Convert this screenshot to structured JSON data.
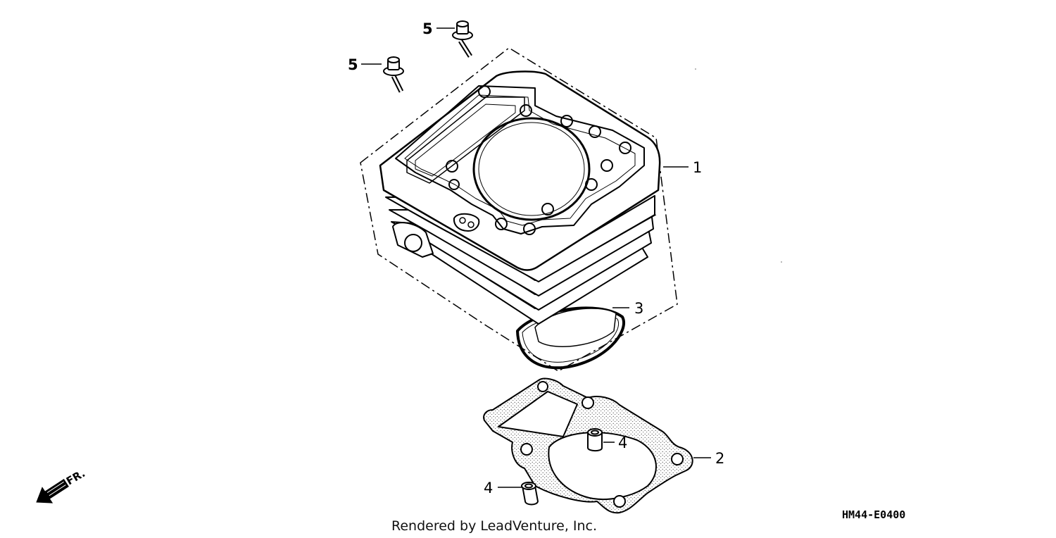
{
  "callouts": {
    "cylinder": "1",
    "cylinder_base_gasket": "2",
    "o_ring": "3",
    "dowel_pin_upper": "4",
    "dowel_pin_lower": "4",
    "bolt_upper": "5",
    "bolt_left": "5"
  },
  "direction_label": "FR.",
  "diagram_code": "HM44-E0400",
  "credit": "Rendered by LeadVenture, Inc.",
  "icons": {
    "front_arrow": "front-direction-arrow-icon"
  }
}
